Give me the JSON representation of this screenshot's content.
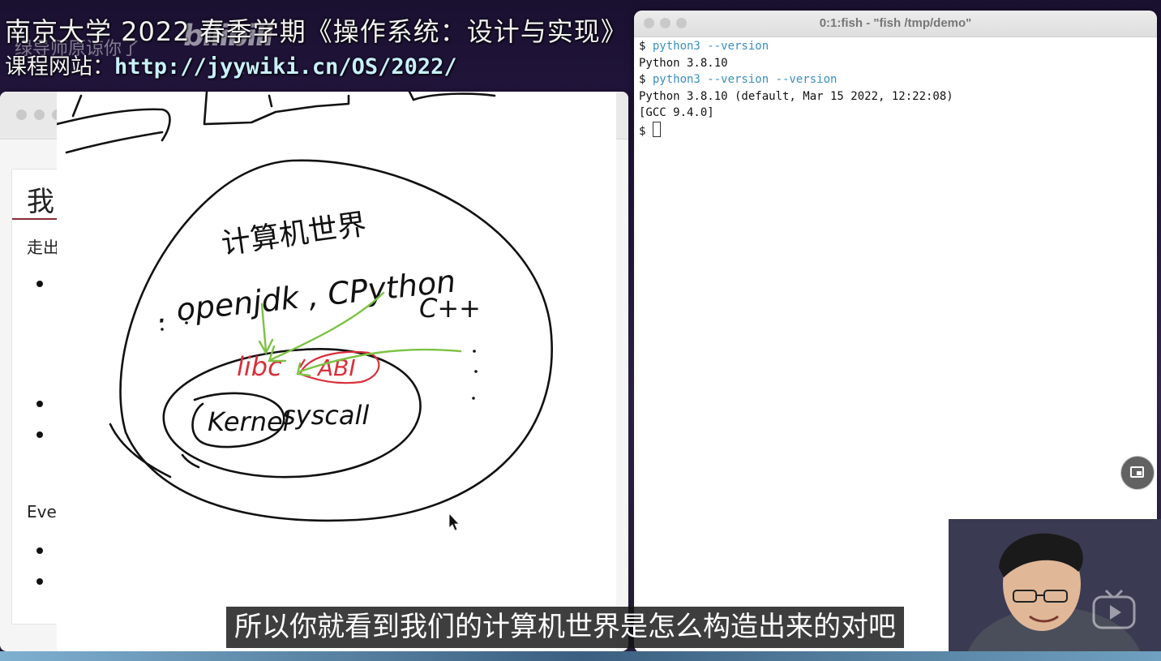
{
  "overlay": {
    "course_title": "南京大学 2022 春季学期《操作系统：设计与实现》",
    "course_site_label": "课程网站：",
    "course_site_url": "http://jyywiki.cn/OS/2022/",
    "watermark_text": "绿导师原谅你了",
    "bili_logo": "bilibili"
  },
  "slides_window": {
    "heading_partial": "我",
    "text_line1_partial": "走出",
    "text_line2_partial": "Eve"
  },
  "drawing": {
    "labels": {
      "world": "计算机世界",
      "runtimes": ". openjdk , CPython",
      "cpp": "C++",
      "libc": "libc",
      "abi": "ABI",
      "kernel": "Kernel",
      "syscall": "syscall"
    },
    "colors": {
      "ink": "#111111",
      "green": "#7cc243",
      "red": "#d9303a"
    }
  },
  "terminal": {
    "title": "0:1:fish - \"fish /tmp/demo\"",
    "lines": [
      {
        "prompt": "$ ",
        "text": "python3 --version",
        "is_cmd": true
      },
      {
        "prompt": "",
        "text": "Python 3.8.10",
        "is_cmd": false
      },
      {
        "prompt": "$ ",
        "text": "python3 --version --version",
        "is_cmd": true
      },
      {
        "prompt": "",
        "text": "Python 3.8.10 (default, Mar 15 2022, 12:22:08)",
        "is_cmd": false
      },
      {
        "prompt": "",
        "text": "[GCC 9.4.0]",
        "is_cmd": false
      },
      {
        "prompt": "$ ",
        "text": "",
        "is_cmd": true
      }
    ]
  },
  "subtitle": {
    "text": "所以你就看到我们的计算机世界是怎么构造出来的对吧"
  },
  "icons": {
    "pip": "picture-in-picture-icon",
    "tv": "bilibili-tv-icon"
  }
}
